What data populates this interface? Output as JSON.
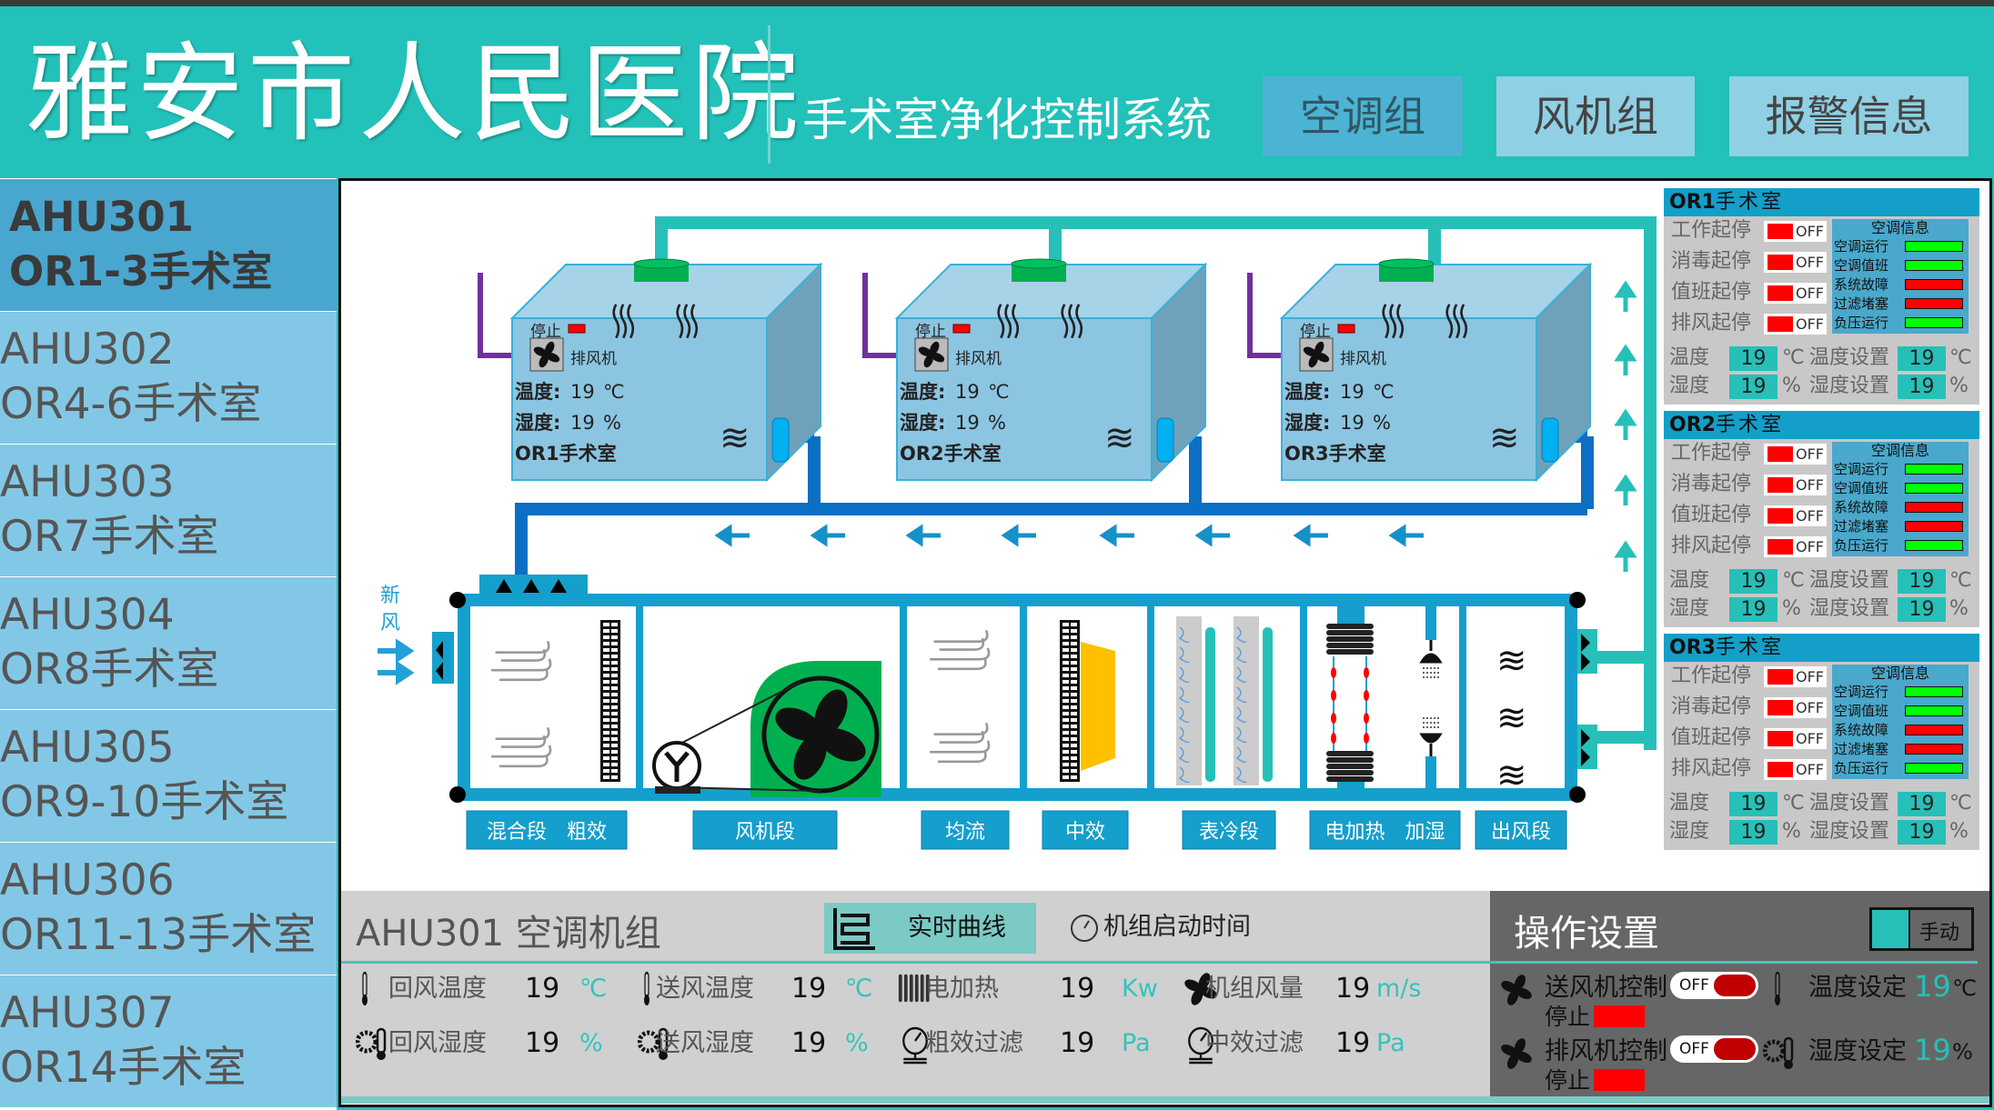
{
  "header": {
    "hospital_name": "雅安市人民医院",
    "system_title": "手术室净化控制系统",
    "nav": [
      {
        "label": "空调组",
        "active": true
      },
      {
        "label": "风机组",
        "active": false
      },
      {
        "label": "报警信息",
        "active": false
      }
    ]
  },
  "sidebar": {
    "items": [
      {
        "unit": "AHU301",
        "rooms": "OR1-3手术室",
        "active": true
      },
      {
        "unit": "AHU302",
        "rooms": "OR4-6手术室"
      },
      {
        "unit": "AHU303",
        "rooms": "OR7手术室"
      },
      {
        "unit": "AHU304",
        "rooms": "OR8手术室"
      },
      {
        "unit": "AHU305",
        "rooms": "OR9-10手术室"
      },
      {
        "unit": "AHU306",
        "rooms": "OR11-13手术室"
      },
      {
        "unit": "AHU307",
        "rooms": "OR14手术室"
      }
    ]
  },
  "rooms": [
    {
      "name": "OR1手术室",
      "status": "停止",
      "fan_label": "排风机",
      "temp_label": "温度:",
      "temp": "19",
      "temp_unit": "℃",
      "hum_label": "湿度:",
      "hum": "19",
      "hum_unit": "%"
    },
    {
      "name": "OR2手术室",
      "status": "停止",
      "fan_label": "排风机",
      "temp_label": "温度:",
      "temp": "19",
      "temp_unit": "℃",
      "hum_label": "湿度:",
      "hum": "19",
      "hum_unit": "%"
    },
    {
      "name": "OR3手术室",
      "status": "停止",
      "fan_label": "排风机",
      "temp_label": "温度:",
      "temp": "19",
      "temp_unit": "℃",
      "hum_label": "湿度:",
      "hum": "19",
      "hum_unit": "%"
    }
  ],
  "ahu": {
    "fresh_air": [
      "新",
      "风"
    ],
    "sections": [
      "混合段　粗效",
      "风机段",
      "均流",
      "中效",
      "表冷段",
      "电加热　加湿",
      "出风段"
    ]
  },
  "panels": [
    {
      "code": "OR1",
      "name": "手术室",
      "controls": [
        {
          "label": "工作起停",
          "state": "OFF"
        },
        {
          "label": "消毒起停",
          "state": "OFF"
        },
        {
          "label": "值班起停",
          "state": "OFF"
        },
        {
          "label": "排风起停",
          "state": "OFF"
        }
      ],
      "info_title": "空调信息",
      "info": [
        {
          "label": "空调运行",
          "color": "#00ff00"
        },
        {
          "label": "空调值班",
          "color": "#00ff00"
        },
        {
          "label": "系统故障",
          "color": "#ff0000"
        },
        {
          "label": "过滤堵塞",
          "color": "#ff0000"
        },
        {
          "label": "负压运行",
          "color": "#00ff00"
        }
      ],
      "temp_label": "温度",
      "temp": "19",
      "temp_unit": "℃",
      "temp_set_label": "温度设置",
      "temp_set": "19",
      "hum_label": "湿度",
      "hum": "19",
      "hum_unit": "%",
      "hum_set_label": "湿度设置",
      "hum_set": "19"
    },
    {
      "code": "OR2",
      "name": "手术室",
      "controls": [
        {
          "label": "工作起停",
          "state": "OFF"
        },
        {
          "label": "消毒起停",
          "state": "OFF"
        },
        {
          "label": "值班起停",
          "state": "OFF"
        },
        {
          "label": "排风起停",
          "state": "OFF"
        }
      ],
      "info_title": "空调信息",
      "info": [
        {
          "label": "空调运行",
          "color": "#00ff00"
        },
        {
          "label": "空调值班",
          "color": "#00ff00"
        },
        {
          "label": "系统故障",
          "color": "#ff0000"
        },
        {
          "label": "过滤堵塞",
          "color": "#ff0000"
        },
        {
          "label": "负压运行",
          "color": "#00ff00"
        }
      ],
      "temp_label": "温度",
      "temp": "19",
      "temp_unit": "℃",
      "temp_set_label": "温度设置",
      "temp_set": "19",
      "hum_label": "湿度",
      "hum": "19",
      "hum_unit": "%",
      "hum_set_label": "湿度设置",
      "hum_set": "19"
    },
    {
      "code": "OR3",
      "name": "手术室",
      "controls": [
        {
          "label": "工作起停",
          "state": "OFF"
        },
        {
          "label": "消毒起停",
          "state": "OFF"
        },
        {
          "label": "值班起停",
          "state": "OFF"
        },
        {
          "label": "排风起停",
          "state": "OFF"
        }
      ],
      "info_title": "空调信息",
      "info": [
        {
          "label": "空调运行",
          "color": "#00ff00"
        },
        {
          "label": "空调值班",
          "color": "#00ff00"
        },
        {
          "label": "系统故障",
          "color": "#ff0000"
        },
        {
          "label": "过滤堵塞",
          "color": "#ff0000"
        },
        {
          "label": "负压运行",
          "color": "#00ff00"
        }
      ],
      "temp_label": "温度",
      "temp": "19",
      "temp_unit": "℃",
      "temp_set_label": "温度设置",
      "temp_set": "19",
      "hum_label": "湿度",
      "hum": "19",
      "hum_unit": "%",
      "hum_set_label": "湿度设置",
      "hum_set": "19"
    }
  ],
  "bottom": {
    "title": "AHU301 空调机组",
    "realtime_label": "实时曲线",
    "start_time_label": "机组启动时间",
    "metrics": [
      [
        {
          "icon": "thermometer-icon",
          "label": "回风温度",
          "value": "19",
          "unit": "℃"
        },
        {
          "icon": "thermometer-icon",
          "label": "送风温度",
          "value": "19",
          "unit": "℃"
        },
        {
          "icon": "heater-icon",
          "label": "电加热",
          "value": "19",
          "unit": "Kw"
        },
        {
          "icon": "fan-icon",
          "label": "机组风量",
          "value": "19",
          "unit": "m/s"
        }
      ],
      [
        {
          "icon": "humidity-icon",
          "label": "回风湿度",
          "value": "19",
          "unit": "%"
        },
        {
          "icon": "humidity-icon",
          "label": "送风湿度",
          "value": "19",
          "unit": "%"
        },
        {
          "icon": "pressure-gauge-icon",
          "label": "粗效过滤",
          "value": "19",
          "unit": "Pa"
        },
        {
          "icon": "pressure-gauge-icon",
          "label": "中效过滤",
          "value": "19",
          "unit": "Pa"
        }
      ]
    ]
  },
  "ops": {
    "title": "操作设置",
    "mode": "手动",
    "rows": [
      {
        "label": "送风机控制",
        "state": "OFF",
        "status": "停止",
        "setting_label": "温度设定",
        "value": "19",
        "unit": "℃",
        "setting_icon": "thermometer-icon"
      },
      {
        "label": "排风机控制",
        "state": "OFF",
        "status": "停止",
        "setting_label": "湿度设定",
        "value": "19",
        "unit": "%",
        "setting_icon": "humidity-icon"
      }
    ]
  },
  "colors": {
    "header": "#22c1b9",
    "accent_blue": "#159fcc",
    "pipe_supply": "#26c0b8",
    "pipe_return": "#0b6fc4",
    "exhaust": "#7030a0",
    "alarm": "#ff0000",
    "ok": "#00ff00"
  }
}
